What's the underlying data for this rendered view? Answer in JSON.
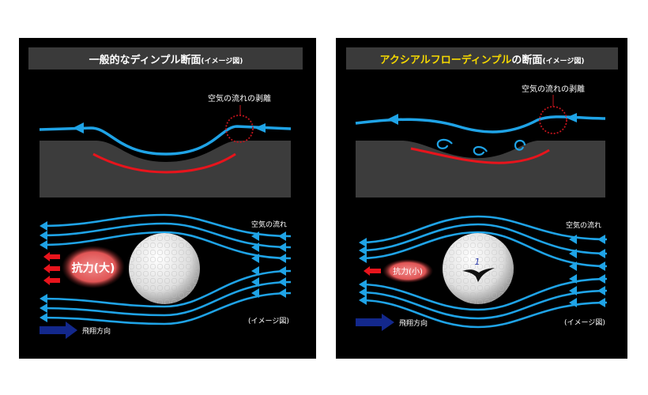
{
  "left_panel": {
    "title": "一般的なディンプル断面",
    "title_suffix": "(イメージ図)",
    "separation_label": "空気の流れの剥離",
    "airflow_label": "空気の流れ",
    "drag_label": "抗力(大)",
    "flight_direction_label": "飛翔方向",
    "image_note": "(イメージ図)"
  },
  "right_panel": {
    "title_highlight": "アクシアルフローディンプル",
    "title_rest": "の断面",
    "title_suffix": "(イメージ図)",
    "separation_label": "空気の流れの剥離",
    "airflow_label": "空気の流れ",
    "drag_label": "抗力(小)",
    "flight_direction_label": "飛翔方向",
    "image_note": "(イメージ図)",
    "ball_number": "1"
  },
  "colors": {
    "panel_bg": "#000000",
    "title_bar": "#3a3a3a",
    "surface": "#3c3c3c",
    "airflow": "#1fa3e6",
    "pressure": "#e8141c",
    "separation": "#c0141c",
    "drag": "#e85a5a",
    "direction": "#13288c",
    "highlight": "#f5d800"
  }
}
